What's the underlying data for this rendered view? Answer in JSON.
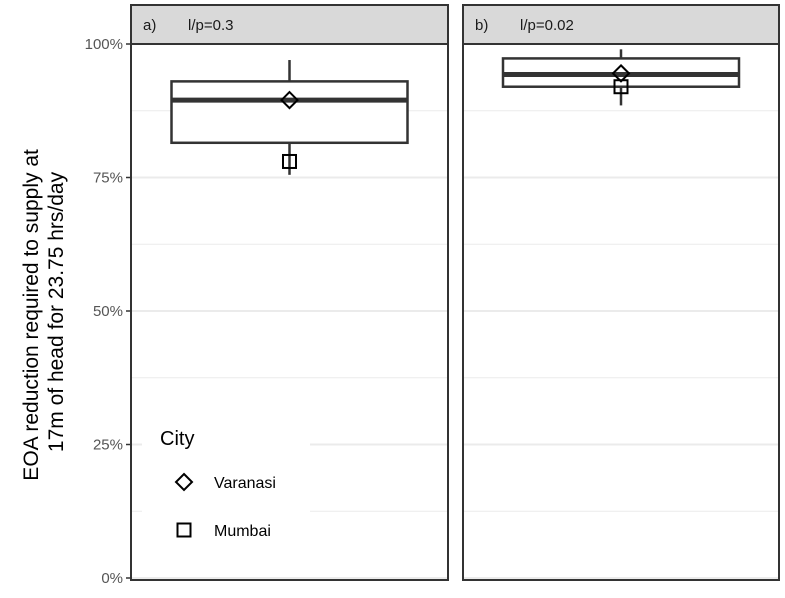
{
  "chart_data": {
    "type": "boxplot",
    "ylabel": "EOA reduction required to supply at 17m of head for 23.75 hrs/day",
    "ylabel_lines": [
      "EOA reduction required to supply at",
      "17m of head for 23.75 hrs/day"
    ],
    "ylim": [
      0,
      100
    ],
    "yticks": [
      0,
      25,
      50,
      75,
      100
    ],
    "ytick_labels": [
      "0%",
      "25%",
      "50%",
      "75%",
      "100%"
    ],
    "grid": true,
    "facets": [
      {
        "tag": "a)",
        "label": "l/p=0.3",
        "box": {
          "whisker_low": 75.5,
          "q1": 81.5,
          "median": 89.5,
          "q3": 93,
          "whisker_high": 97
        },
        "points": [
          {
            "city": "Varanasi",
            "value": 89.5
          },
          {
            "city": "Mumbai",
            "value": 78
          }
        ]
      },
      {
        "tag": "b)",
        "label": "l/p=0.02",
        "box": {
          "whisker_low": 88.5,
          "q1": 92,
          "median": 94.3,
          "q3": 97.3,
          "whisker_high": 99
        },
        "points": [
          {
            "city": "Varanasi",
            "value": 94.5
          },
          {
            "city": "Mumbai",
            "value": 92
          }
        ]
      }
    ],
    "legend": {
      "title": "City",
      "placement": "bottom-left",
      "entries": [
        {
          "label": "Varanasi",
          "shape": "diamond"
        },
        {
          "label": "Mumbai",
          "shape": "square"
        }
      ]
    },
    "colors": {
      "panel_border": "#333333",
      "strip_fill": "#d9d9d9",
      "grid": "#ebebeb",
      "box": "#333333",
      "marker": "#000000"
    }
  }
}
